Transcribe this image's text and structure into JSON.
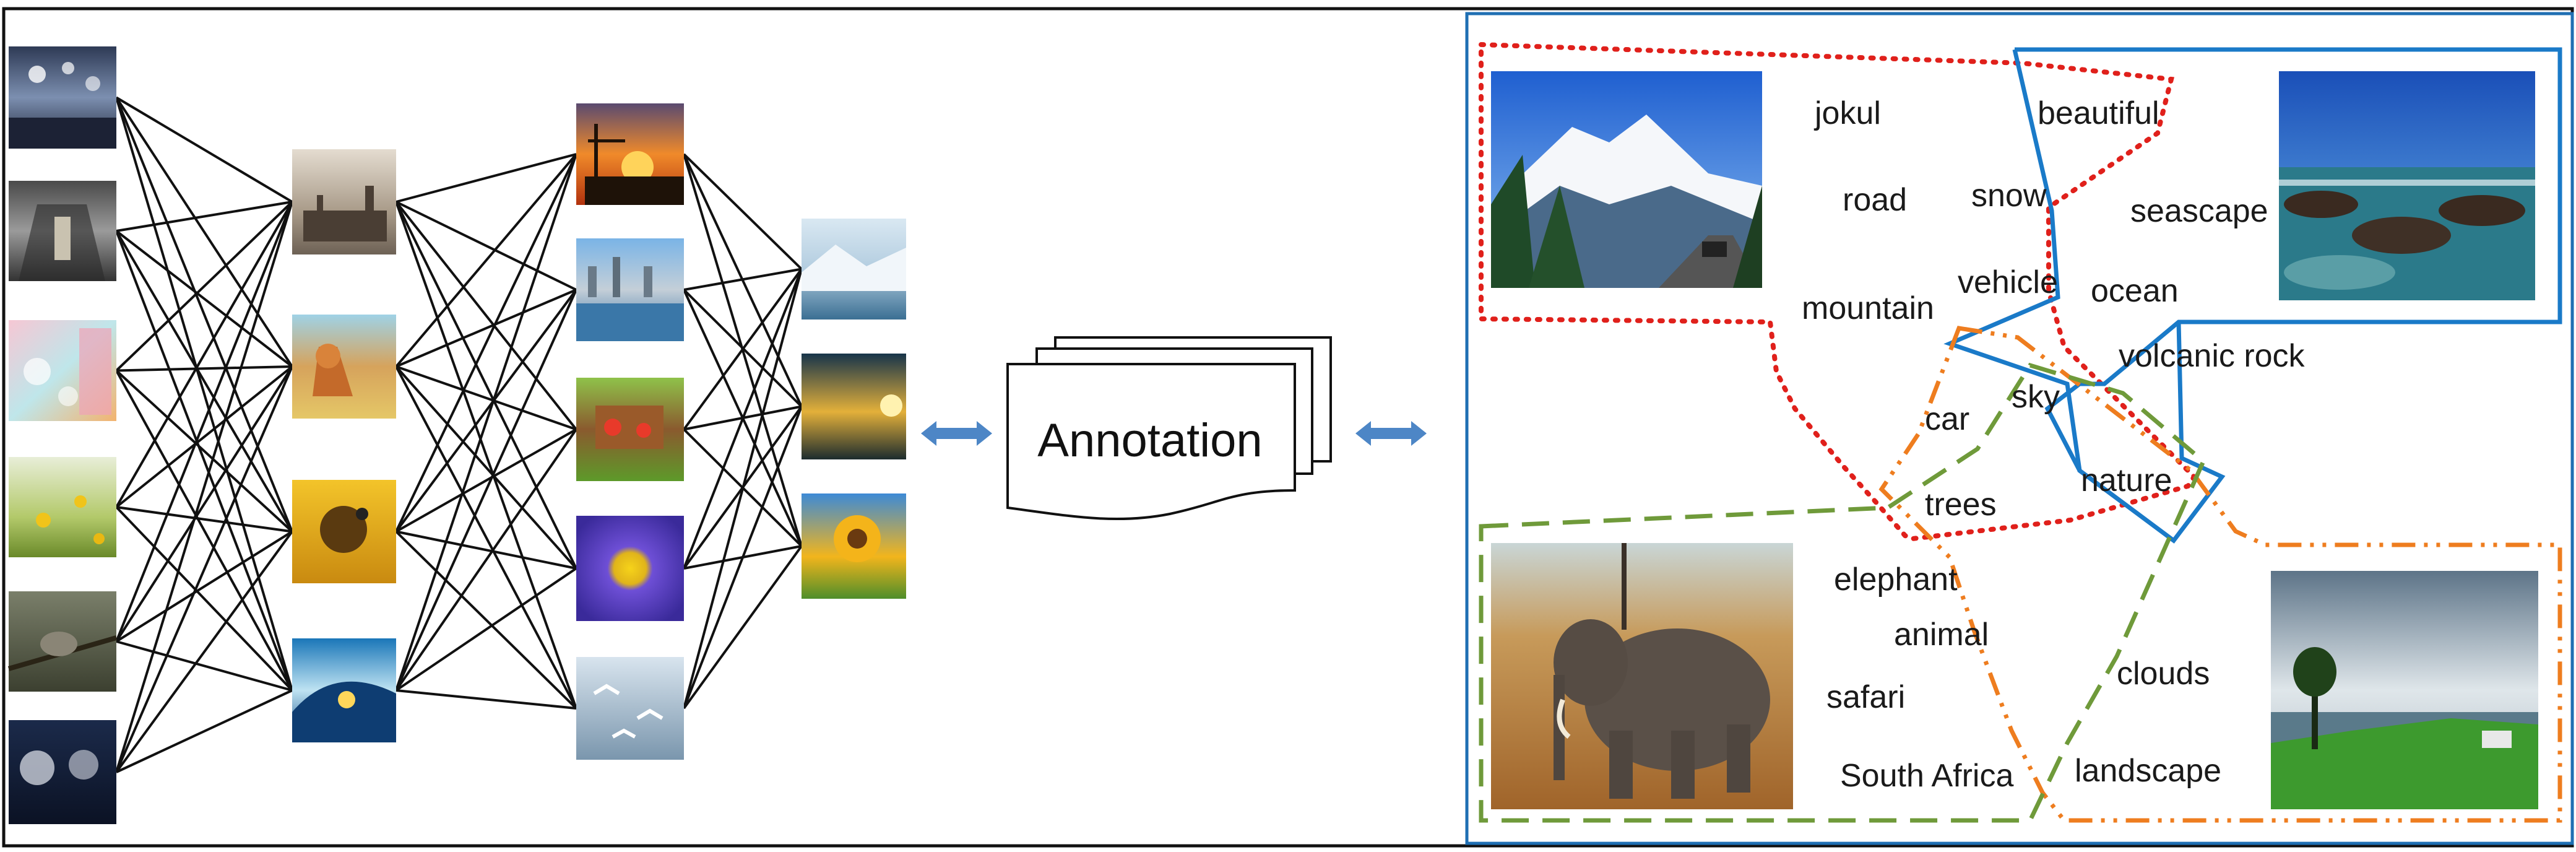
{
  "colors": {
    "frame": "#111111",
    "panel_border": "#1f6fb3",
    "arrow": "#4d86c6",
    "red_region": "#e0201b",
    "blue_region": "#1a7ac8",
    "orange_region": "#ee7d1f",
    "green_region": "#6f9a3a"
  },
  "network": {
    "layers": [
      [
        "city-night",
        "library-hall",
        "bokeh-pastel",
        "yellow-flowers",
        "bird-branch",
        "vintage-car"
      ],
      [
        "palace-sepia",
        "fox-dog",
        "sunflower-bee",
        "surf-wave"
      ],
      [
        "sunset-silhouette",
        "harbor-city",
        "sign-garden",
        "purple-flower",
        "birds-sky"
      ],
      [
        "snowy-lake",
        "sunset-water",
        "sunflower-sky"
      ]
    ]
  },
  "annotation_box": {
    "label": "Annotation"
  },
  "tag_panel": {
    "photos": [
      {
        "id": "mountain-road",
        "name": "mountain-road-photo"
      },
      {
        "id": "seascape",
        "name": "seascape-photo"
      },
      {
        "id": "elephant",
        "name": "elephant-photo"
      },
      {
        "id": "landscape",
        "name": "landscape-photo"
      }
    ],
    "tags": [
      "jokul",
      "road",
      "mountain",
      "beautiful",
      "snow",
      "vehicle",
      "seascape",
      "ocean",
      "volcanic rock",
      "car",
      "sky",
      "trees",
      "nature",
      "elephant",
      "animal",
      "safari",
      "South Africa",
      "clouds",
      "landscape"
    ]
  }
}
